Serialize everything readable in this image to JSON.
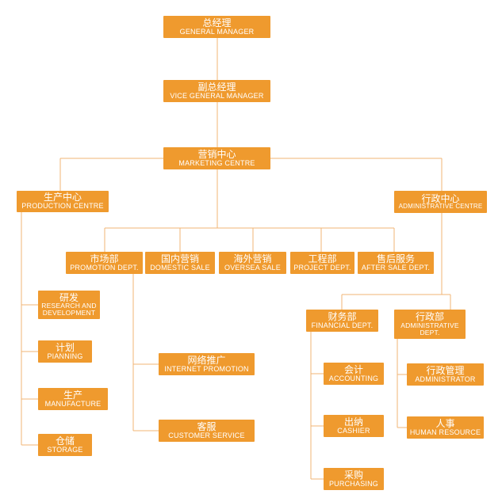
{
  "nodes": {
    "gm": {
      "cn": "总经理",
      "en": "GENERAL MANAGER"
    },
    "vgm": {
      "cn": "副总经理",
      "en": "VICE GENERAL MANAGER"
    },
    "mkt": {
      "cn": "营销中心",
      "en": "MARKETING CENTRE"
    },
    "prod": {
      "cn": "生产中心",
      "en": "PRODUCTION CENTRE"
    },
    "admc": {
      "cn": "行政中心",
      "en": "ADMINISTRATIVE CENTRE"
    },
    "promo": {
      "cn": "市场部",
      "en": "PROMOTION DEPT."
    },
    "domestic": {
      "cn": "国内营销",
      "en": "DOMESTIC SALE"
    },
    "oversea": {
      "cn": "海外营销",
      "en": "OVERSEA SALE"
    },
    "project": {
      "cn": "工程部",
      "en": "PROJECT DEPT."
    },
    "after": {
      "cn": "售后服务",
      "en": "AFTER SALE DEPT."
    },
    "rd": {
      "cn": "研发",
      "en": "RESEARCH AND DEVELOPMENT"
    },
    "plan": {
      "cn": "计划",
      "en": "PIANNING"
    },
    "manu": {
      "cn": "生产",
      "en": "MANUFACTURE"
    },
    "storage": {
      "cn": "仓储",
      "en": "STORAGE"
    },
    "internet": {
      "cn": "网络推广",
      "en": "INTERNET PROMOTION"
    },
    "cs": {
      "cn": "客服",
      "en": "CUSTOMER SERVICE"
    },
    "fin": {
      "cn": "财务部",
      "en": "FINANCIAL DEPT."
    },
    "admd": {
      "cn": "行政部",
      "en": "ADMINISTRATIVE DEPT."
    },
    "acct": {
      "cn": "会计",
      "en": "ACCOUNTING"
    },
    "cash": {
      "cn": "出纳",
      "en": "CASHIER"
    },
    "purch": {
      "cn": "采购",
      "en": "PURCHASING"
    },
    "admin": {
      "cn": "行政管理",
      "en": "ADMINISTRATOR"
    },
    "hr": {
      "cn": "人事",
      "en": "HUMAN RESOURCE"
    }
  },
  "colors": {
    "box": "#ef9a2e",
    "line": "#f0b475",
    "text": "#ffffff"
  }
}
